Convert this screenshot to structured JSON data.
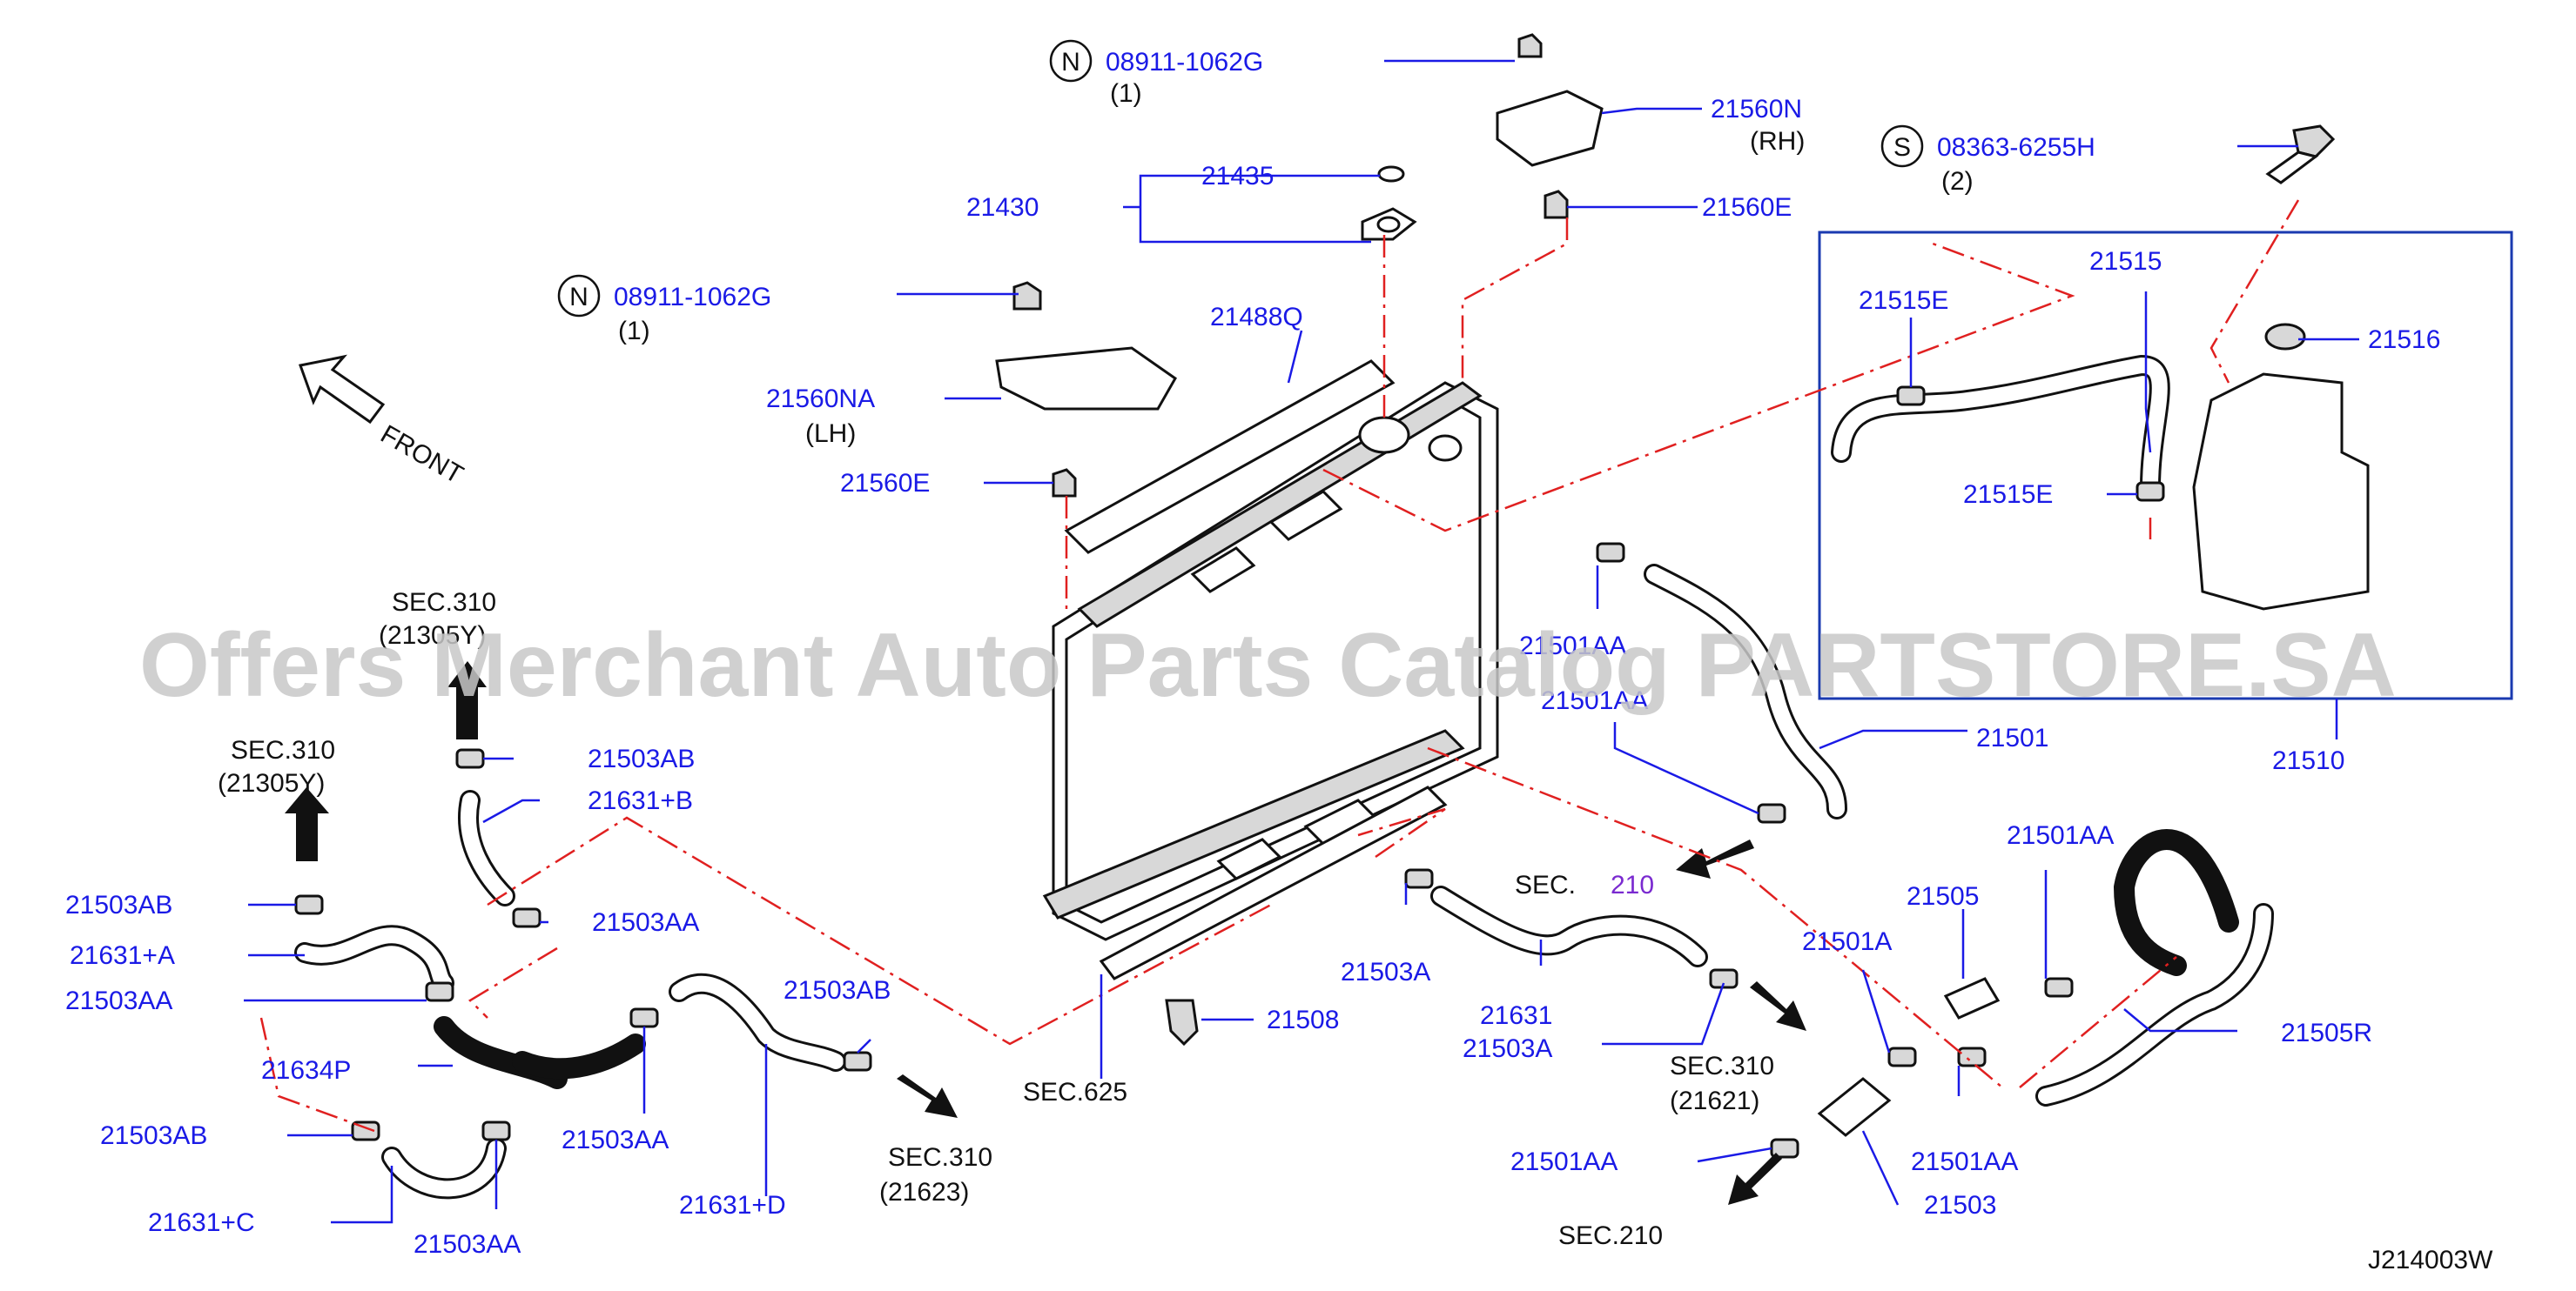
{
  "watermark": "Offers Merchant Auto Parts Catalog PARTSTORE.SA",
  "diagram_code": "J214003W",
  "front_label": "FRONT",
  "labels": {
    "p_08911_top": "08911-1062G",
    "p_08911_top_qty": "(1)",
    "p_08911_top_mark": "N",
    "p_21560N": "21560N",
    "p_21560N_side": "(RH)",
    "p_08363": "08363-6255H",
    "p_08363_qty": "(2)",
    "p_08363_mark": "S",
    "p_21435": "21435",
    "p_21430": "21430",
    "p_21560E_top": "21560E",
    "p_08911_mid": "08911-1062G",
    "p_08911_mid_qty": "(1)",
    "p_08911_mid_mark": "N",
    "p_21488Q": "21488Q",
    "p_21560NA": "21560NA",
    "p_21560NA_side": "(LH)",
    "p_21560E_mid": "21560E",
    "p_21515": "21515",
    "p_21515E_a": "21515E",
    "p_21515E_b": "21515E",
    "p_21516": "21516",
    "sec310_a": "SEC.310",
    "sec310_a_sub": "(21305Y)",
    "p_21501AA_a": "21501AA",
    "p_21501AA_b": "21501AA",
    "p_21501": "21501",
    "p_21510": "21510",
    "sec310_b": "SEC.310",
    "sec310_b_sub": "(21305Y)",
    "p_21503AB_a": "21503AB",
    "p_21631B": "21631+B",
    "p_21503AB_b": "21503AB",
    "p_21631A": "21631+A",
    "p_21503AA_a": "21503AA",
    "p_21503AA_b": "21503AA",
    "sec210_a": "SEC.",
    "sec210_a_num": "210",
    "p_21501AA_c": "21501AA",
    "p_21505": "21505",
    "p_21503A_a": "21503A",
    "p_21501A": "21501A",
    "p_21503AB_c": "21503AB",
    "p_21508": "21508",
    "p_21631": "21631",
    "p_21503A_b": "21503A",
    "p_21505R": "21505R",
    "p_21634P": "21634P",
    "sec625": "SEC.625",
    "sec310_c": "SEC.310",
    "sec310_c_sub": "(21621)",
    "p_21503AB_d": "21503AB",
    "p_21503AA_c": "21503AA",
    "sec310_d": "SEC.310",
    "sec310_d_sub": "(21623)",
    "p_21501AA_d": "21501AA",
    "p_21501AA_e": "21501AA",
    "p_21631C": "21631+C",
    "p_21503AA_d": "21503AA",
    "p_21631D": "21631+D",
    "p_21503": "21503",
    "sec210_b": "SEC.210"
  }
}
